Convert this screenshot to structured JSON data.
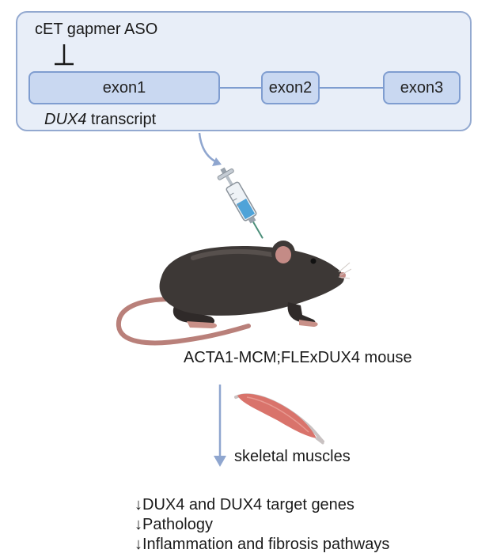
{
  "transcript_panel": {
    "aso_label": "cET gapmer ASO",
    "exons": [
      "exon1",
      "exon2",
      "exon3"
    ],
    "transcript_gene": "DUX4",
    "transcript_suffix": " transcript"
  },
  "mouse": {
    "label": "ACTA1-MCM;FLExDUX4 mouse"
  },
  "muscle": {
    "label": "skeletal muscles"
  },
  "outcomes": {
    "arrow_glyph": "↓",
    "items": [
      "DUX4 and DUX4 target genes",
      "Pathology",
      "Inflammation and fibrosis pathways"
    ]
  },
  "colors": {
    "panel_fill": "#e8eef8",
    "panel_border": "#93a9d0",
    "exon_fill": "#c9d8f1",
    "exon_border": "#7f9dd0",
    "arrow": "#8fa6cf",
    "mouse_body": "#3d3836",
    "mouse_tail": "#b9807a",
    "muscle": "#d9736b"
  },
  "icons": [
    "inhibition-bar-icon",
    "curved-arrow-icon",
    "syringe-icon",
    "mouse-icon",
    "muscle-icon",
    "down-arrow-icon"
  ]
}
